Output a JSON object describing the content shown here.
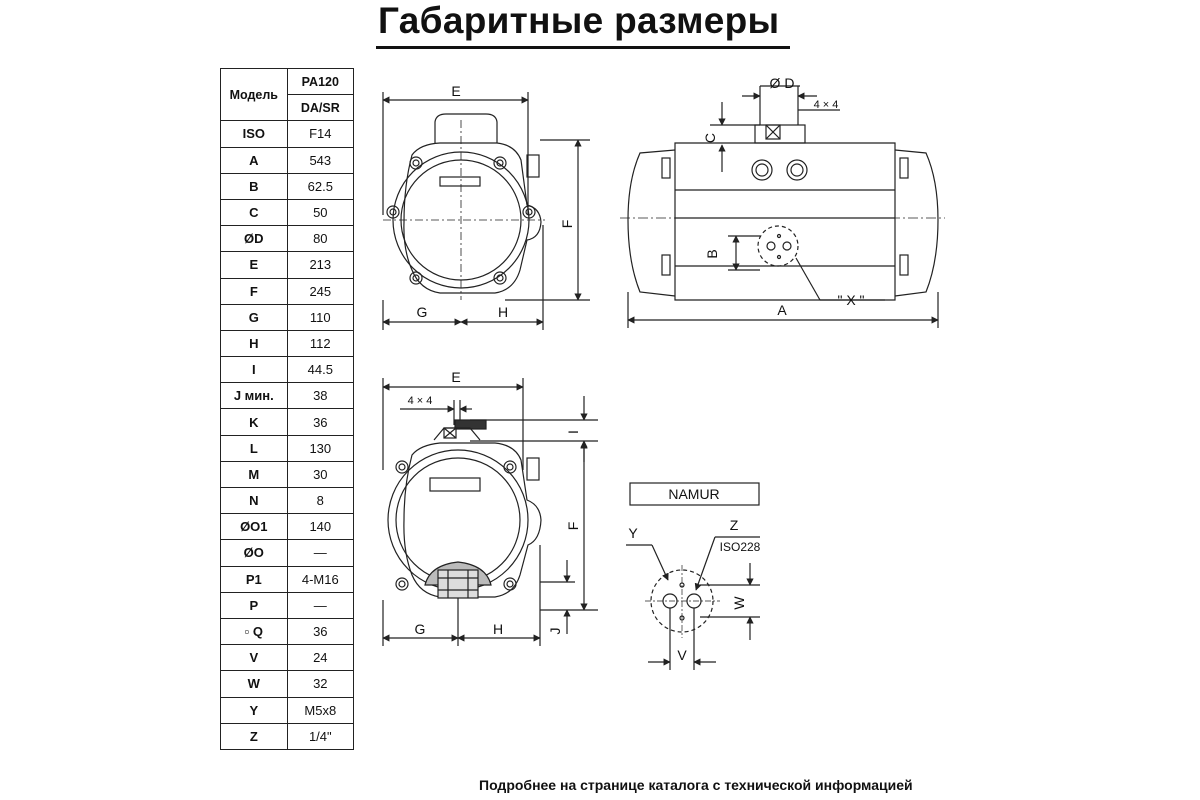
{
  "title": "Габаритные размеры",
  "footer": "Подробнее на странице каталога с технической информацией",
  "table": {
    "header_key": "Модель",
    "header_model": "PA120",
    "header_type": "DA/SR",
    "rows": [
      {
        "k": "ISO",
        "v": "F14"
      },
      {
        "k": "A",
        "v": "543"
      },
      {
        "k": "B",
        "v": "62.5"
      },
      {
        "k": "C",
        "v": "50"
      },
      {
        "k": "ØD",
        "v": "80"
      },
      {
        "k": "E",
        "v": "213"
      },
      {
        "k": "F",
        "v": "245"
      },
      {
        "k": "G",
        "v": "110"
      },
      {
        "k": "H",
        "v": "112"
      },
      {
        "k": "I",
        "v": "44.5"
      },
      {
        "k": "J мин.",
        "v": "38"
      },
      {
        "k": "K",
        "v": "36"
      },
      {
        "k": "L",
        "v": "130"
      },
      {
        "k": "M",
        "v": "30"
      },
      {
        "k": "N",
        "v": "8"
      },
      {
        "k": "ØO1",
        "v": "140"
      },
      {
        "k": "ØO",
        "v": "—"
      },
      {
        "k": "P1",
        "v": "4-M16"
      },
      {
        "k": "P",
        "v": "—"
      },
      {
        "k": "▫ Q",
        "v": "36"
      },
      {
        "k": "V",
        "v": "24"
      },
      {
        "k": "W",
        "v": "32"
      },
      {
        "k": "Y",
        "v": "M5x8"
      },
      {
        "k": "Z",
        "v": "1/4\""
      }
    ]
  },
  "drawing_labels": {
    "E": "E",
    "F": "F",
    "G": "G",
    "H": "H",
    "A": "A",
    "B": "B",
    "C": "C",
    "D": "Ø D",
    "square": "4 × 4",
    "X": "\" X \"",
    "I": "I",
    "J": "J",
    "namur": "NAMUR",
    "Y": "Y",
    "Z": "Z",
    "iso": "ISO228",
    "V": "V",
    "W": "W"
  }
}
